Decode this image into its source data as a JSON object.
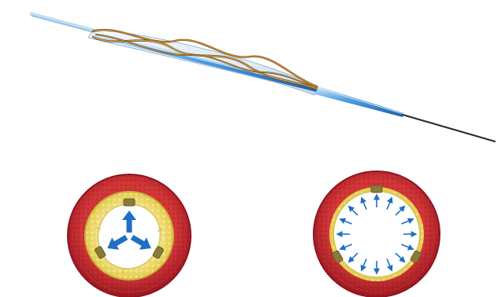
{
  "colors": {
    "background": "#ffffff",
    "vessel_outer": "#b51f2a",
    "vessel_outer_dark": "#8e1620",
    "vessel_inner": "#d23a3a",
    "plaque": "#f0dc63",
    "plaque_light": "#f7ea9a",
    "plaque_edge": "#c9b340",
    "lumen": "#ffffff",
    "arrow_blue": "#1f6fc4",
    "wire_gold": "#c98a2e",
    "wire_dark": "#5a3b1c",
    "catheter_blue": "#3d8fd6",
    "catheter_light": "#a9d1f2",
    "guidewire": "#2b2b2b",
    "contact_pad": "#8a7a3a"
  },
  "icons": {
    "device": "balloon-catheter-with-scoring-wires",
    "left_section": "vessel-cross-section-three-point-expansion",
    "right_section": "vessel-cross-section-uniform-radial-expansion"
  },
  "left_section": {
    "arrow_count": 3,
    "contact_pad_count": 3
  },
  "right_section": {
    "arrow_count": 16,
    "contact_pad_count": 3
  }
}
